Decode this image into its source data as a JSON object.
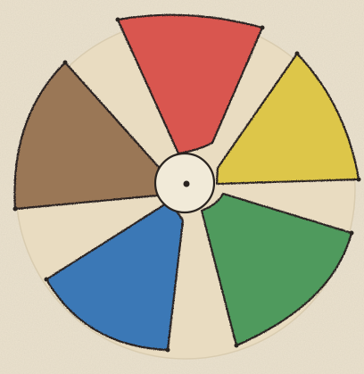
{
  "drawing": {
    "paper_color": "#ece3cf",
    "circle_fill": "#e9dcc1",
    "wedges": [
      {
        "name": "red",
        "color": "#d9574f"
      },
      {
        "name": "yellow",
        "color": "#ddc64a"
      },
      {
        "name": "green",
        "color": "#4f9a5d"
      },
      {
        "name": "blue",
        "color": "#3b78b6"
      },
      {
        "name": "brown",
        "color": "#9a7756"
      }
    ],
    "hub_fill": "#f1ead8",
    "line_color": "#2a2420"
  }
}
